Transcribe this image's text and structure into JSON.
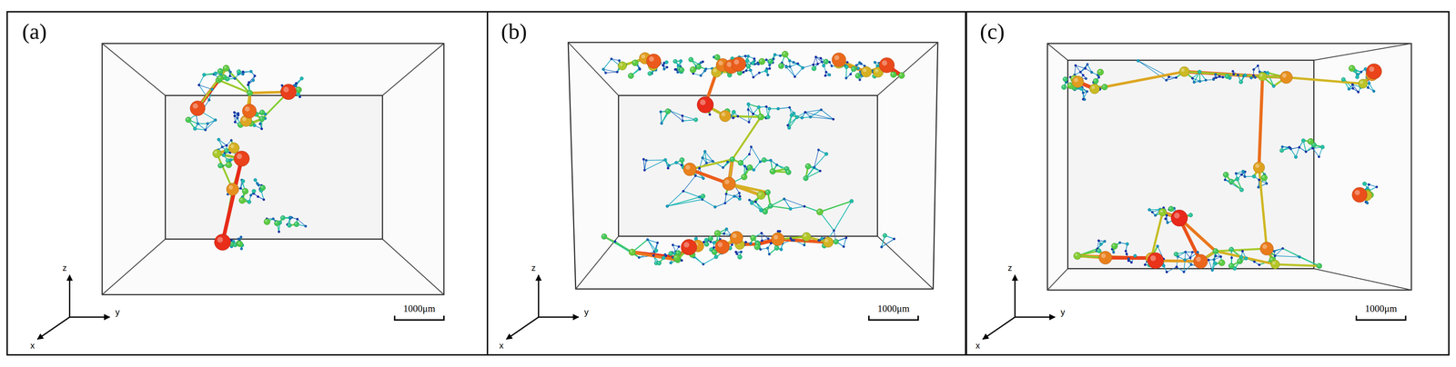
{
  "diagram": {
    "nodes": [
      {
        "text": [
          "(a)"
        ]
      },
      {
        "text": [
          "(b)"
        ]
      },
      {
        "text": [
          "(c)"
        ]
      }
    ],
    "labels": [
      "z",
      "y",
      "x",
      "1000μm",
      "z",
      "y",
      "x",
      "1000μm",
      "z",
      "y",
      "x",
      "1000μm"
    ]
  }
}
